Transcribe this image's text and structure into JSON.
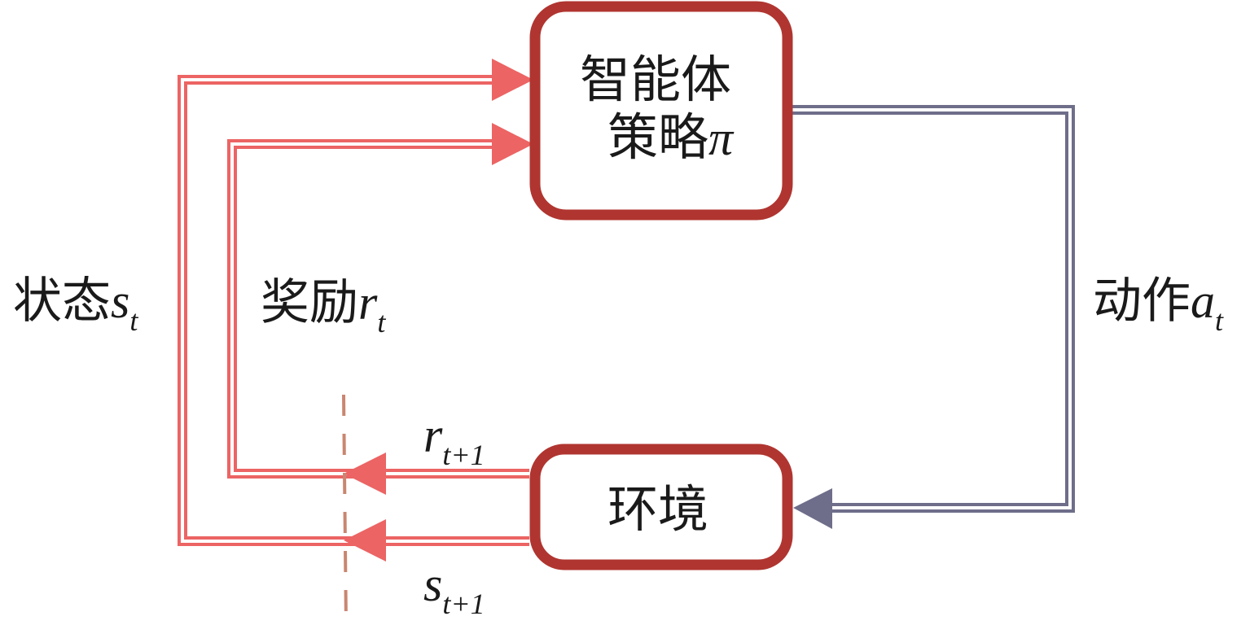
{
  "diagram": {
    "title": "强化学习 智能体-环境 交互",
    "agent_box": {
      "line1": "智能体",
      "line2_cn": "策略",
      "line2_var": "π"
    },
    "env_box": {
      "label": "环境"
    },
    "labels": {
      "state": {
        "cn": "状态",
        "var": "s",
        "sub": "t"
      },
      "reward": {
        "cn": "奖励",
        "var": "r",
        "sub": "t"
      },
      "action": {
        "cn": "动作",
        "var": "a",
        "sub": "t"
      },
      "next_reward": {
        "var": "r",
        "sub": "t+1"
      },
      "next_state": {
        "var": "s",
        "sub": "t+1"
      }
    },
    "colors": {
      "box_border": "#b03530",
      "feedback_arrow": "#ec6464",
      "action_arrow": "#6e6e8a",
      "divider": "#c98670",
      "text": "#1a1a1a"
    }
  }
}
